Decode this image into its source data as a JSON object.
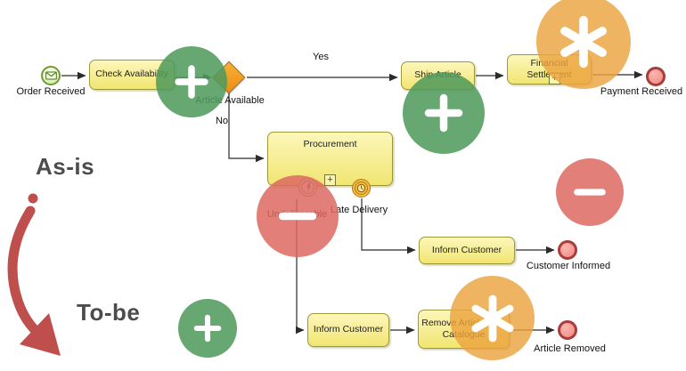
{
  "annotations": {
    "as_is": "As-is",
    "to_be": "To-be"
  },
  "events": {
    "order_received": "Order Received",
    "payment_received": "Payment Received",
    "customer_informed": "Customer Informed",
    "article_removed": "Article Removed"
  },
  "tasks": {
    "check_availability": "Check Availability",
    "ship_article": "Ship Article",
    "financial_settlement": "Financial Settlement",
    "procurement": "Procurement",
    "inform_customer_top": "Inform Customer",
    "inform_customer_bottom": "Inform Customer",
    "remove_article": "Remove Article from Catalogue"
  },
  "gateway": {
    "label": "Article Available"
  },
  "flow_labels": {
    "yes": "Yes",
    "no": "No"
  },
  "boundary_events": {
    "undeliverable": "Undeliverable",
    "late_delivery": "Late Delivery"
  },
  "markers": {
    "subprocess_plus": "+"
  },
  "change_badges": {
    "added_icon": "plus-icon",
    "removed_icon": "minus-icon",
    "modified_icon": "asterisk-icon"
  },
  "colors": {
    "task_fill": "#f1e571",
    "task_border": "#9d9a35",
    "gateway_fill": "#ee9314",
    "start_event_border": "#6f9c33",
    "end_event_border": "#a83d3b",
    "end_event_fill": "#f08982",
    "badge_added": "#509a5c",
    "badge_removed": "#dc6860",
    "badge_modified": "#eba33e",
    "annotation_arrow": "#bf4f4c",
    "annotation_text": "#4c4c4c"
  }
}
